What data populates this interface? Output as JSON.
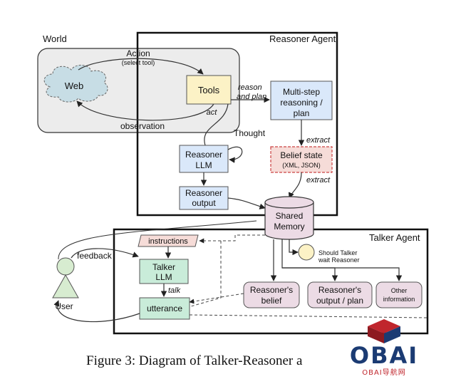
{
  "world": {
    "title": "World",
    "web": "Web",
    "action": "Action",
    "action_sub": "(select tool)",
    "observation": "observation",
    "act": "act",
    "tools": "Tools"
  },
  "reasoner": {
    "title": "Reasoner Agent",
    "reason_plan_1": "reason",
    "reason_plan_2": "and plan",
    "multistep_1": "Multi-step",
    "multistep_2": "reasoning /",
    "multistep_3": "plan",
    "thought": "Thought",
    "llm_1": "Reasoner",
    "llm_2": "LLM",
    "extract_top": "extract",
    "belief_1": "Belief state",
    "belief_2": "(XML, JSON)",
    "extract_bottom": "extract",
    "output_1": "Reasoner",
    "output_2": "output"
  },
  "memory": {
    "line1": "Shared",
    "line2": "Memory"
  },
  "talker": {
    "title": "Talker Agent",
    "instructions": "instructions",
    "llm_1": "Talker",
    "llm_2": "LLM",
    "talk": "talk",
    "utterance": "utterance",
    "feedback": "feedback",
    "user": "User",
    "wait_1": "Should Talker",
    "wait_2": "wait Reasoner",
    "belief_1": "Reasoner's",
    "belief_2": "belief",
    "output_1": "Reasoner's",
    "output_2": "output / plan",
    "other_1": "Other",
    "other_2": "information"
  },
  "caption": "Figure 3: Diagram of Talker-Reasoner a",
  "logo": {
    "text": "OBAI",
    "sub": "OBAI导航网"
  },
  "colors": {
    "yellow": "#fcf2c6",
    "blue": "#dae8fa",
    "pink": "#f6dcd8",
    "purple": "#ecdbe5",
    "gray": "#ececec",
    "cloud": "#c7dde5",
    "logo_red": "#c0262d",
    "logo_blue": "#1b3b73"
  }
}
